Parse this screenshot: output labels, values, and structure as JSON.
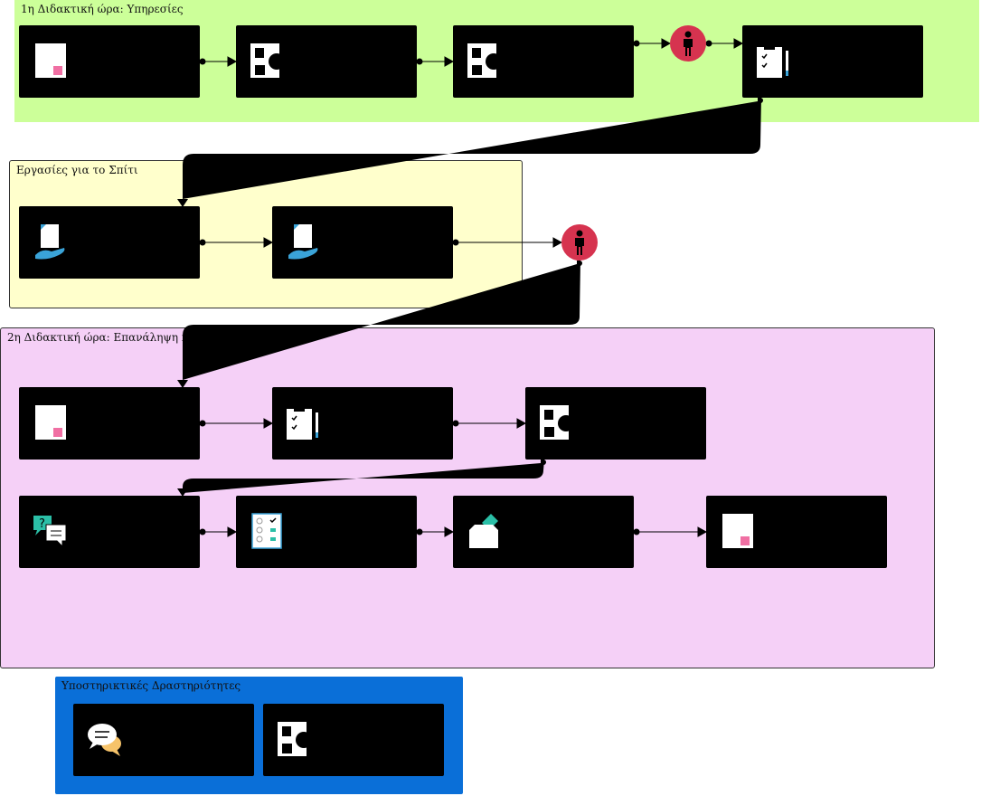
{
  "groups": {
    "lesson1": {
      "title": "1η Διδακτική ώρα: Υπηρεσίες"
    },
    "homework": {
      "title": "Εργασίες για το Σπίτι"
    },
    "lesson2": {
      "title": "2η Διδακτική ώρα: Επανάληψη και Κίνδ"
    },
    "support": {
      "title": "Υποστηρικτικές Δραστηριότητες"
    }
  },
  "colors": {
    "lesson1_bg": "#ccff99",
    "homework_bg": "#ffffcc",
    "lesson2_bg": "#f5d0f7",
    "support_bg": "#0a6fd8",
    "card_bg": "#000000",
    "person_marker": "#d6334f"
  },
  "nodes": {
    "lesson1": [
      "document-icon",
      "shapes-icon",
      "shapes-icon",
      "person-icon",
      "clipboard-icon"
    ],
    "homework": [
      "hand-document-icon",
      "hand-document-icon",
      "person-icon"
    ],
    "lesson2_row1": [
      "document-icon",
      "clipboard-icon",
      "shapes-icon"
    ],
    "lesson2_row2": [
      "question-chat-icon",
      "checklist-icon",
      "ballot-box-icon",
      "document-icon"
    ],
    "support": [
      "chat-bubbles-icon",
      "shapes-icon"
    ]
  }
}
